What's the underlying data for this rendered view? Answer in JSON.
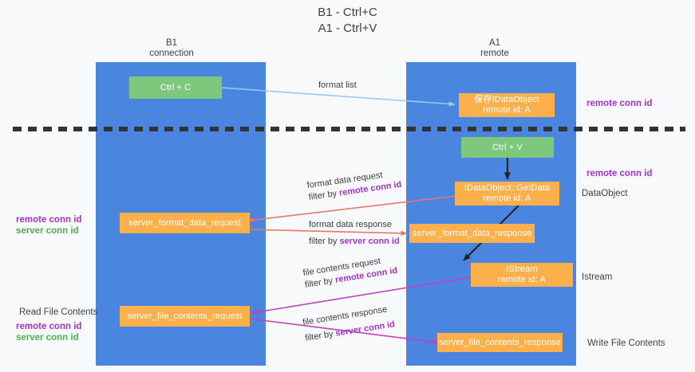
{
  "title": {
    "line1": "B1 - Ctrl+C",
    "line2": "A1 - Ctrl+V"
  },
  "columns": [
    {
      "name": "B1",
      "role": "connection"
    },
    {
      "name": "A1",
      "role": "remote"
    }
  ],
  "boxes": {
    "ctrl_c": {
      "line1": "Ctrl + C"
    },
    "ctrl_v": {
      "line1": "Ctrl + V"
    },
    "save_dataobject": {
      "line1": "保存IDataObject",
      "line2": "remote id: A"
    },
    "getdata": {
      "line1": "IDataObject::GetData",
      "line2": "remote id: A"
    },
    "istream": {
      "line1": "IStream",
      "line2": "remote id: A"
    },
    "server_format_data_request": {
      "line1": "server_format_data_request"
    },
    "server_format_data_response": {
      "line1": "server_format_data_response"
    },
    "server_file_contents_request": {
      "line1": "server_file_contents_request"
    },
    "server_file_contents_response": {
      "line1": "server_file_contents_response"
    }
  },
  "mid_labels": {
    "format_list": "format list",
    "format_data_request": "format data request",
    "format_data_request_filter_prefix": "filter by ",
    "format_data_request_filter_key": "remote conn id",
    "format_data_response": "format data response",
    "format_data_response_filter_prefix": "filter by ",
    "format_data_response_filter_key": "server conn id",
    "file_contents_request": "file contents request",
    "file_contents_request_filter_prefix": "filter by ",
    "file_contents_request_filter_key": "remote conn id",
    "file_contents_response": "file contents response",
    "file_contents_response_filter_prefix": "filter by ",
    "file_contents_response_filter_key": "server conn id"
  },
  "right_labels": {
    "remote_conn_id_top": "remote conn id",
    "remote_conn_id_mid": "remote conn id",
    "dataobject": "DataObject",
    "istream": "Istream",
    "write_file_contents": "Write File Contents"
  },
  "left_labels": {
    "remote_conn_id_1": "remote conn id",
    "server_conn_id_1": "server conn id",
    "read_file_contents": "Read File Contents",
    "remote_conn_id_2": "remote conn id",
    "server_conn_id_2": "server conn id"
  },
  "colors": {
    "lane": "#4a86e0",
    "green_box": "#7ec87e",
    "orange_box": "#fbb04c",
    "accent_purple": "#a033c8",
    "accent_green": "#4caf50",
    "arrow_blue": "#9cc7f0",
    "arrow_red": "#e8756b",
    "arrow_magenta": "#c040c0",
    "arrow_black": "#222222",
    "divider": "#333333",
    "background": "#f8f9fa"
  }
}
